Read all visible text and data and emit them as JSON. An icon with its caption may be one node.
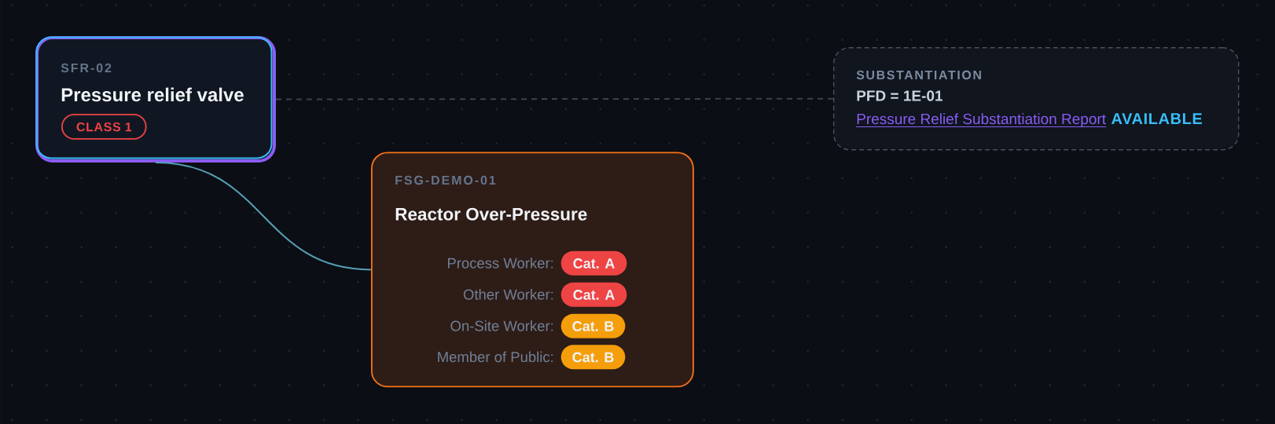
{
  "diagram": {
    "nodes": [
      {
        "text": [
          "SFR-02",
          "Pressure relief valve"
        ]
      },
      {
        "text": [
          "CLASS 1"
        ],
        "in": 0
      },
      {
        "text": [
          "FSG-DEMO-01",
          "Reactor Over-Pressure",
          "Process Worker:",
          "Other Worker:",
          "On-Site Worker:",
          "Member of Public:"
        ]
      },
      {
        "text": [
          "Cat. A"
        ],
        "in": 2
      },
      {
        "text": [
          "Cat. A"
        ],
        "in": 2
      },
      {
        "text": [
          "Cat. B"
        ],
        "in": 2
      },
      {
        "text": [
          "Cat. B"
        ],
        "in": 2
      },
      {
        "text": [
          "SUBSTANTIATION",
          "PFD = 1E-01",
          "Pressure Relief Substantiation Report",
          "AVAILABLE"
        ]
      }
    ],
    "edges": [
      {
        "from": 0,
        "to": 2,
        "arrow": "none"
      },
      {
        "from": 0,
        "to": 7,
        "arrow": "none",
        "style": "dashed",
        "color": "#3d424d"
      }
    ]
  }
}
